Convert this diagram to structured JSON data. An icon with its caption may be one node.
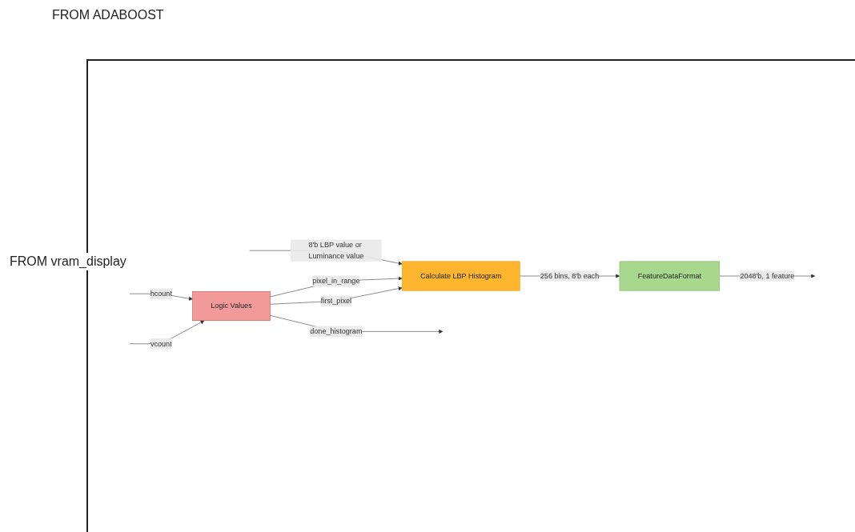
{
  "diagram": {
    "nodes": [
      {
        "text": [
          "Logic Values"
        ]
      },
      {
        "text": [
          "Calculate LBP Histogram"
        ]
      },
      {
        "text": [
          "FeatureDataFormat"
        ]
      }
    ],
    "edges": [
      {
        "from": null,
        "to": 0,
        "arrow": "to",
        "label": "vcount"
      },
      {
        "from": null,
        "to": 0,
        "arrow": "to",
        "label": "hcount"
      },
      {
        "from": 0,
        "to": 1,
        "arrow": "to",
        "label": "first_pixel"
      },
      {
        "from": 0,
        "to": 1,
        "arrow": "to",
        "label": "pixel_in_range"
      },
      {
        "from": 0,
        "to": null,
        "arrow": "to",
        "label": "done_histogram"
      },
      {
        "from": null,
        "to": 1,
        "arrow": "to",
        "label": "8'b LBP value or Luminance value"
      },
      {
        "from": 1,
        "to": 2,
        "arrow": "to",
        "label": "256 bins, 8'b each"
      },
      {
        "from": 2,
        "to": null,
        "arrow": "to",
        "label": "2048'b, 1 feature"
      }
    ],
    "labels": [
      "FROM ADABOOST",
      "FROM vram_display"
    ]
  }
}
